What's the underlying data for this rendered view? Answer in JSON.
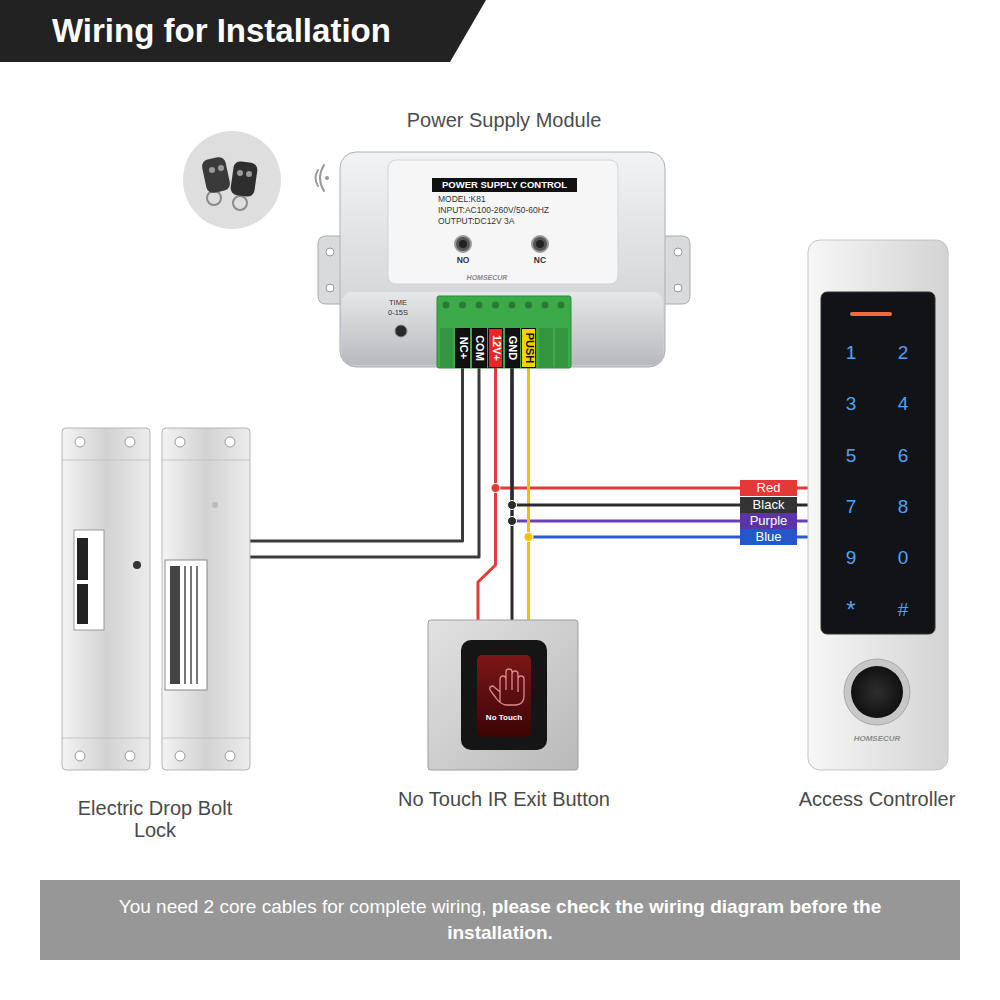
{
  "diagram": {
    "title": "Wiring for Installation",
    "caption": "You need 2 core cables for complete wiring,",
    "nodes": [
      {
        "text": [
          "Power Supply Module"
        ]
      },
      {
        "text": [
          "NC+"
        ],
        "in": 0
      },
      {
        "text": [
          "COM"
        ],
        "in": 0
      },
      {
        "text": [
          "12V+"
        ],
        "in": 0
      },
      {
        "text": [
          "GND"
        ],
        "in": 0
      },
      {
        "text": [
          "PUSH"
        ],
        "in": 0
      },
      {
        "text": [
          "Electric Drop Bolt Lock"
        ]
      },
      {
        "text": [
          "No Touch",
          "No Touch IR Exit Button"
        ]
      },
      {
        "text": [
          "1",
          "2",
          "3",
          "4",
          "5",
          "6",
          "7",
          "8",
          "9",
          "0",
          "*",
          "#",
          "HOMSECUR",
          "Access Controller"
        ]
      }
    ],
    "edges": [
      {
        "from": 1,
        "to": 6,
        "arrow": "none"
      },
      {
        "from": 2,
        "to": 6,
        "arrow": "none"
      },
      {
        "from": 3,
        "to": 7,
        "arrow": "none"
      },
      {
        "from": 4,
        "to": 7,
        "arrow": "none"
      },
      {
        "from": 5,
        "to": 7,
        "arrow": "none"
      },
      {
        "from": 3,
        "to": 8,
        "label": "Red",
        "arrow": "none"
      },
      {
        "from": 4,
        "to": 8,
        "label": "Black",
        "arrow": "none"
      },
      {
        "from": 4,
        "to": 8,
        "label": "Purple",
        "arrow": "none"
      },
      {
        "from": 5,
        "to": 8,
        "label": "Blue",
        "arrow": "none"
      }
    ],
    "labels": [
      "POWER SUPPLY CONTROL",
      "MODEL:K81",
      "INPUT:AC100-260V/50-60HZ",
      "OUTPUT:DC12V 3A",
      "NO",
      "NC",
      "HOMSECUR",
      "TIME",
      "0-15S",
      "please check the wiring diagram before the installation."
    ]
  }
}
